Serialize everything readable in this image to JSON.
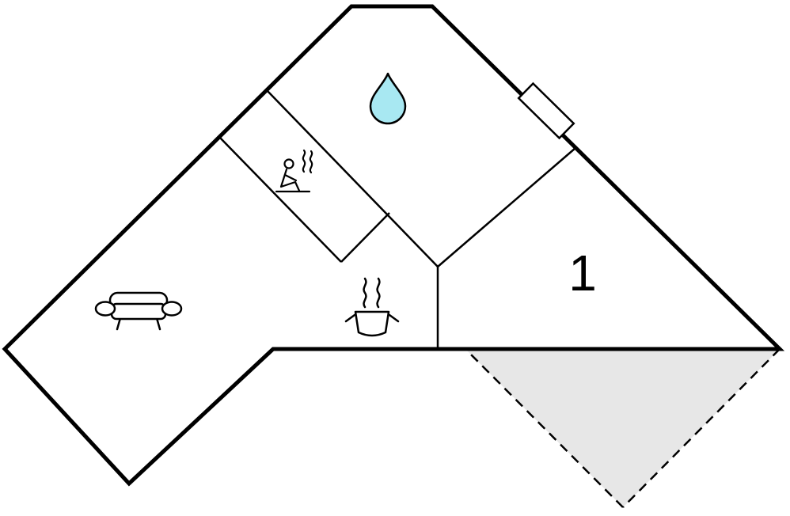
{
  "floorplan": {
    "type": "floor-plan",
    "room_label": "1",
    "colors": {
      "wall": "#000000",
      "background": "#ffffff",
      "terrace": "#e7e7e7",
      "water_drop": "#a8e8f2",
      "icon": "#000000"
    },
    "icons": [
      {
        "name": "water-drop-icon"
      },
      {
        "name": "sauna-icon"
      },
      {
        "name": "sofa-icon"
      },
      {
        "name": "cooking-pot-icon"
      },
      {
        "name": "entrance-door"
      },
      {
        "name": "terrace-area"
      }
    ]
  }
}
